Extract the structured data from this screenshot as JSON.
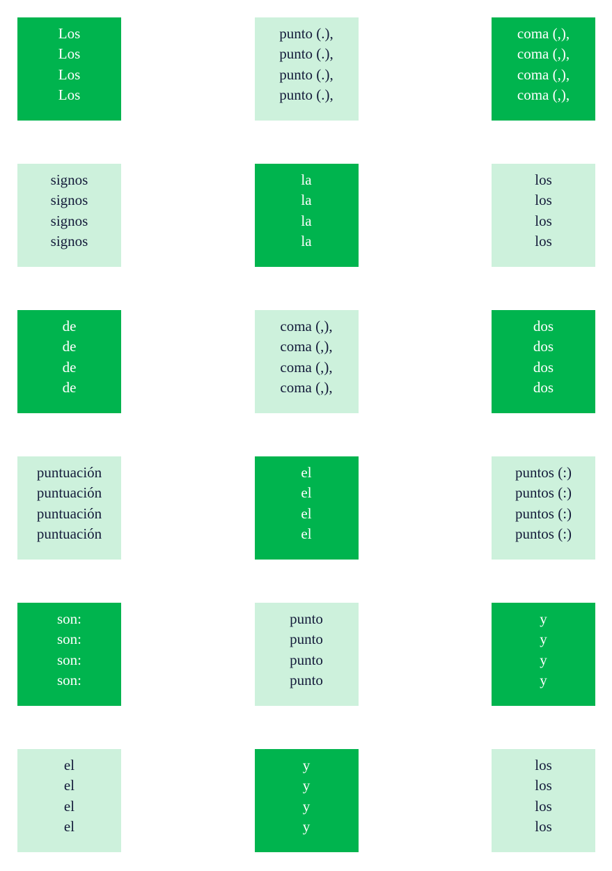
{
  "colors": {
    "dark_card": "#00b44e",
    "light_card": "#cdf1dc",
    "dark_text": "#ffffff",
    "light_text": "#141b3a"
  },
  "cards": [
    {
      "word": "Los",
      "style": "dark"
    },
    {
      "word": "punto (.),",
      "style": "light"
    },
    {
      "word": "coma (,),",
      "style": "dark"
    },
    {
      "word": "signos",
      "style": "light"
    },
    {
      "word": "la",
      "style": "dark"
    },
    {
      "word": "los",
      "style": "light"
    },
    {
      "word": "de",
      "style": "dark"
    },
    {
      "word": "coma (,),",
      "style": "light"
    },
    {
      "word": "dos",
      "style": "dark"
    },
    {
      "word": "puntuación",
      "style": "light"
    },
    {
      "word": "el",
      "style": "dark"
    },
    {
      "word": "puntos (:)",
      "style": "light"
    },
    {
      "word": "son:",
      "style": "dark"
    },
    {
      "word": "punto",
      "style": "light"
    },
    {
      "word": "y",
      "style": "dark"
    },
    {
      "word": "el",
      "style": "light"
    },
    {
      "word": "y",
      "style": "dark"
    },
    {
      "word": "los",
      "style": "light"
    }
  ]
}
